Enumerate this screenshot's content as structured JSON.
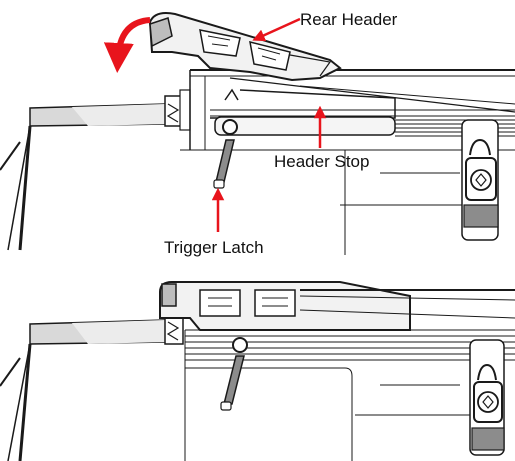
{
  "labels": {
    "rear_header": "Rear Header",
    "header_stop": "Header Stop",
    "trigger_latch": "Trigger Latch"
  },
  "colors": {
    "callout_arrow": "#e8141c",
    "line": "#1a1a1a",
    "gray_fill": "#d9d9d9",
    "dark_fill": "#8c8c8c"
  },
  "icons": {
    "rotate": "curved-arrow-icon",
    "lock": "padlock-icon"
  }
}
